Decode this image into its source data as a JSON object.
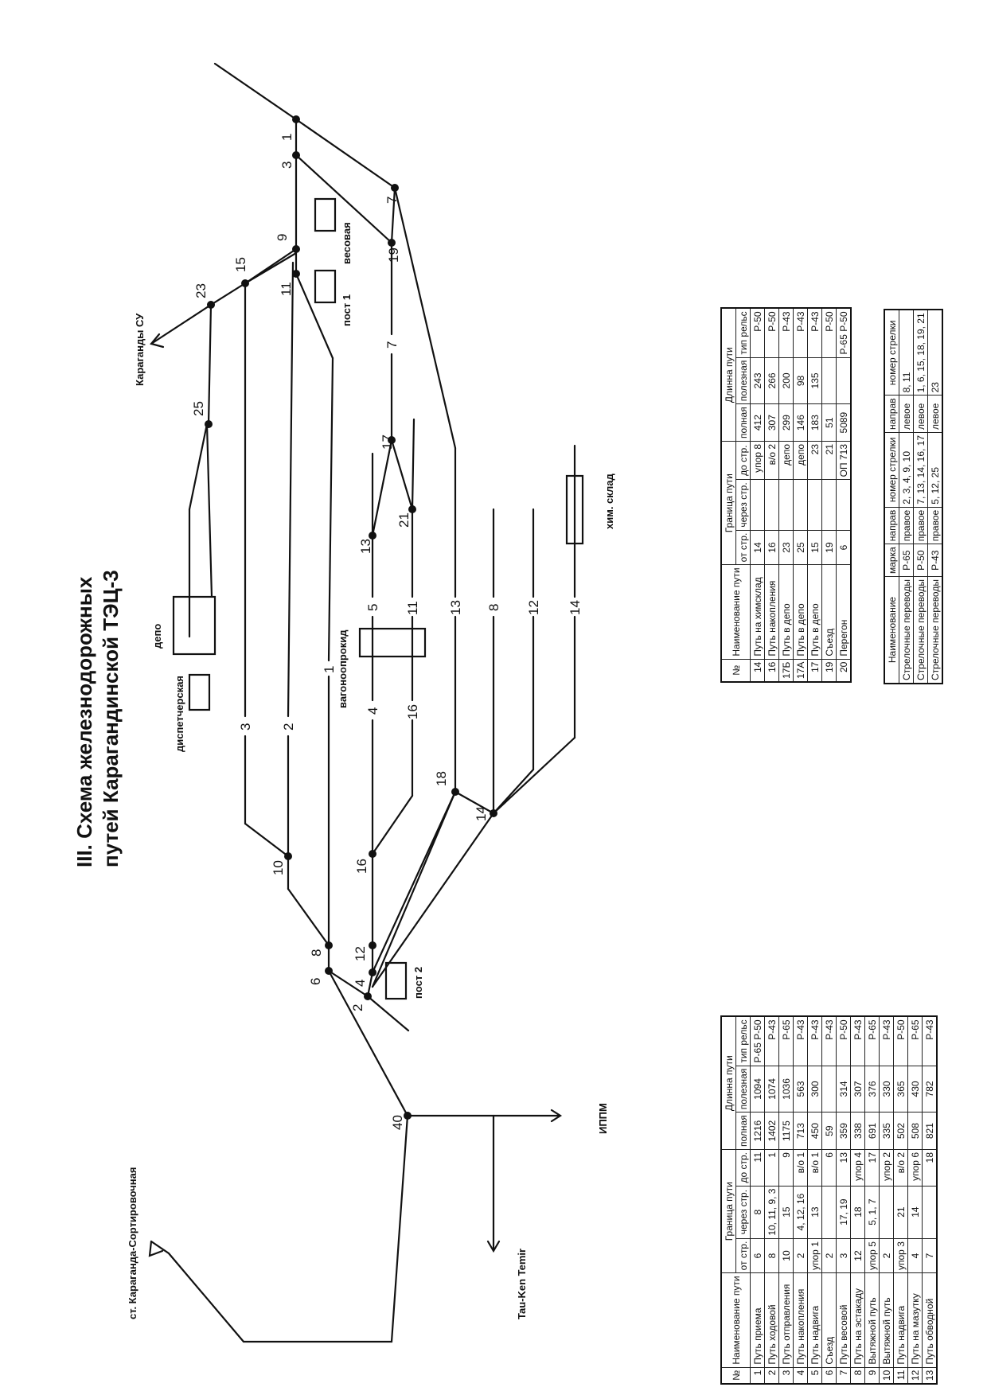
{
  "title": {
    "line1": "III. Схема железнодорожных",
    "line2": "путей Карагандинской ТЭЦ-3"
  },
  "directions": {
    "karaganda_sort": "ст. Караганда-Сортировочная",
    "tau_ken": "Tau-Ken Temir",
    "ippm": "ИППМ",
    "karaganda_su": "Караганды СУ"
  },
  "buildings": {
    "dispatcher": "диспетчерская",
    "depot": "депо",
    "car_dumper": "вагоноопрокид",
    "post2": "пост 2",
    "post1": "пост 1",
    "scales": "весовая",
    "chem_store": "хим. склад"
  },
  "switch_labels": [
    "40",
    "6",
    "2",
    "8",
    "4",
    "12",
    "10",
    "16",
    "18",
    "14",
    "25",
    "23",
    "15",
    "9",
    "11",
    "1",
    "3",
    "19",
    "7",
    "17",
    "21",
    "13"
  ],
  "track_labels": [
    "3",
    "2",
    "1",
    "4",
    "16",
    "5",
    "11",
    "13",
    "8",
    "12",
    "14",
    "7"
  ],
  "table1": {
    "headers": {
      "no": "№",
      "name": "Наименование пути",
      "boundary": "Граница пути",
      "from": "от стр.",
      "via": "через стр.",
      "to": "до стр.",
      "length": "Длинна пути",
      "full": "полная",
      "useful": "полезная",
      "rail": "тип рельс"
    },
    "rows": [
      {
        "no": "1",
        "name": "Путь приема",
        "from": "6",
        "via": "8",
        "to": "11",
        "full": "1216",
        "useful": "1094",
        "rail": "Р-65 Р-50"
      },
      {
        "no": "2",
        "name": "Путь ходовой",
        "from": "8",
        "via": "10, 11, 9, 3",
        "to": "1",
        "full": "1402",
        "useful": "1074",
        "rail": "Р-43"
      },
      {
        "no": "3",
        "name": "Путь отправления",
        "from": "10",
        "via": "15",
        "to": "9",
        "full": "1175",
        "useful": "1036",
        "rail": "Р-65"
      },
      {
        "no": "4",
        "name": "Путь накопления",
        "from": "2",
        "via": "4, 12, 16",
        "to": "в/о 1",
        "full": "713",
        "useful": "563",
        "rail": "Р-43"
      },
      {
        "no": "5",
        "name": "Путь надвига",
        "from": "упор 1",
        "via": "13",
        "to": "в/о 1",
        "full": "450",
        "useful": "300",
        "rail": "Р-43"
      },
      {
        "no": "6",
        "name": "Съезд",
        "from": "2",
        "via": "",
        "to": "6",
        "full": "59",
        "useful": "",
        "rail": "Р-43"
      },
      {
        "no": "7",
        "name": "Путь весовой",
        "from": "3",
        "via": "17, 19",
        "to": "13",
        "full": "359",
        "useful": "314",
        "rail": "Р-50"
      },
      {
        "no": "8",
        "name": "Путь на эстакаду",
        "from": "12",
        "via": "18",
        "to": "упор 4",
        "full": "338",
        "useful": "307",
        "rail": "Р-43"
      },
      {
        "no": "9",
        "name": "Вытяжной путь",
        "from": "упор 5",
        "via": "5, 1, 7",
        "to": "17",
        "full": "691",
        "useful": "376",
        "rail": "Р-65"
      },
      {
        "no": "10",
        "name": "Вытяжной путь",
        "from": "2",
        "via": "",
        "to": "упор 2",
        "full": "335",
        "useful": "330",
        "rail": "Р-43"
      },
      {
        "no": "11",
        "name": "Путь надвига",
        "from": "упор 3",
        "via": "21",
        "to": "в/о 2",
        "full": "502",
        "useful": "365",
        "rail": "Р-50"
      },
      {
        "no": "12",
        "name": "Путь на мазутку",
        "from": "4",
        "via": "14",
        "to": "упор 6",
        "full": "508",
        "useful": "430",
        "rail": "Р-65"
      },
      {
        "no": "13",
        "name": "Путь обводной",
        "from": "7",
        "via": "",
        "to": "18",
        "full": "821",
        "useful": "782",
        "rail": "Р-43"
      }
    ]
  },
  "table2": {
    "headers": {
      "no": "№",
      "name": "Наименование пути",
      "boundary": "Граница пути",
      "from": "от стр.",
      "via": "через стр.",
      "to": "до стр.",
      "length": "Длинна пути",
      "full": "полная",
      "useful": "полезная",
      "rail": "тип рельс"
    },
    "rows": [
      {
        "no": "14",
        "name": "Путь на химсклад",
        "from": "14",
        "via": "",
        "to": "упор 8",
        "full": "412",
        "useful": "243",
        "rail": "Р-50"
      },
      {
        "no": "16",
        "name": "Путь накопления",
        "from": "16",
        "via": "",
        "to": "в/о 2",
        "full": "307",
        "useful": "266",
        "rail": "Р-50"
      },
      {
        "no": "17Б",
        "name": "Путь в депо",
        "from": "23",
        "via": "",
        "to": "депо",
        "full": "299",
        "useful": "200",
        "rail": "Р-43"
      },
      {
        "no": "17А",
        "name": "Путь в депо",
        "from": "25",
        "via": "",
        "to": "депо",
        "full": "146",
        "useful": "98",
        "rail": "Р-43"
      },
      {
        "no": "17",
        "name": "Путь в депо",
        "from": "15",
        "via": "",
        "to": "23",
        "full": "183",
        "useful": "135",
        "rail": "Р-43"
      },
      {
        "no": "19",
        "name": "Съезд",
        "from": "19",
        "via": "",
        "to": "21",
        "full": "51",
        "useful": "",
        "rail": "Р-50"
      },
      {
        "no": "20",
        "name": "Перегон",
        "from": "6",
        "via": "",
        "to": "ОП 713",
        "full": "5089",
        "useful": "",
        "rail": "Р-65 Р-50"
      }
    ]
  },
  "table3": {
    "headers": {
      "name": "Наименование",
      "mark": "марка",
      "dir": "направ",
      "switch_no": "номер стрелки",
      "dir2": "направ",
      "switch_no2": "номер стрелки"
    },
    "rows": [
      {
        "name": "Стрелочные переводы",
        "mark": "Р-65",
        "dir": "правое",
        "nums": "2, 3, 4, 9, 10",
        "dir2": "левое",
        "nums2": "8, 11"
      },
      {
        "name": "Стрелочные переводы",
        "mark": "Р-50",
        "dir": "правое",
        "nums": "7, 13, 14, 16, 17",
        "dir2": "левое",
        "nums2": "1, 6, 15, 18, 19, 21"
      },
      {
        "name": "Стрелочные переводы",
        "mark": "Р-43",
        "dir": "правое",
        "nums": "5, 12, 25",
        "dir2": "левое",
        "nums2": "23"
      }
    ]
  }
}
